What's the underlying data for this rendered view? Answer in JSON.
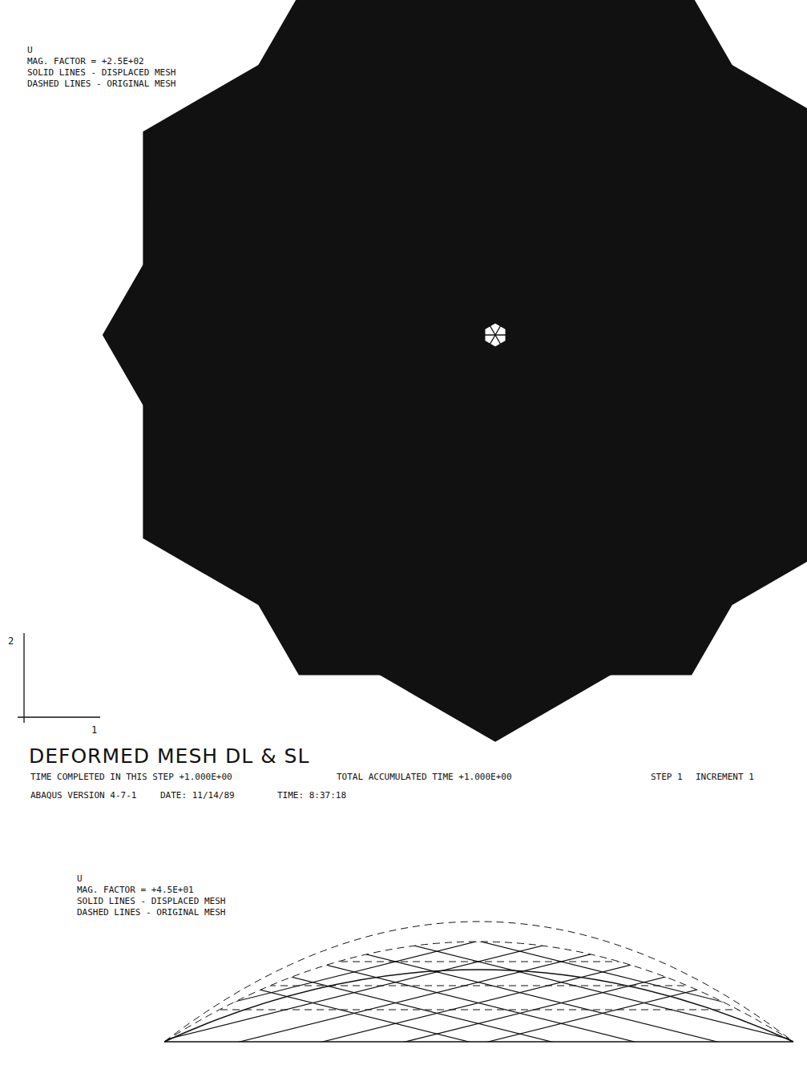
{
  "diagram": {
    "title": "DEFORMED MESH DL & SL",
    "labels": [
      "U",
      "MAG. FACTOR = +2.5E+02",
      "SOLID LINES - DISPLACED MESH",
      "DASHED LINES - ORIGINAL MESH",
      "2",
      "1",
      "TIME COMPLETED IN THIS STEP +1.000E+00",
      "TOTAL ACCUMULATED TIME +1.000E+00",
      "STEP 1",
      "INCREMENT 1",
      "ABAQUS VERSION 4-7-1",
      "DATE: 11/14/89",
      "TIME: 8:37:18",
      "U",
      "MAG. FACTOR = +4.5E+01",
      "SOLID LINES - DISPLACED MESH",
      "DASHED LINES - ORIGINAL MESH"
    ]
  }
}
